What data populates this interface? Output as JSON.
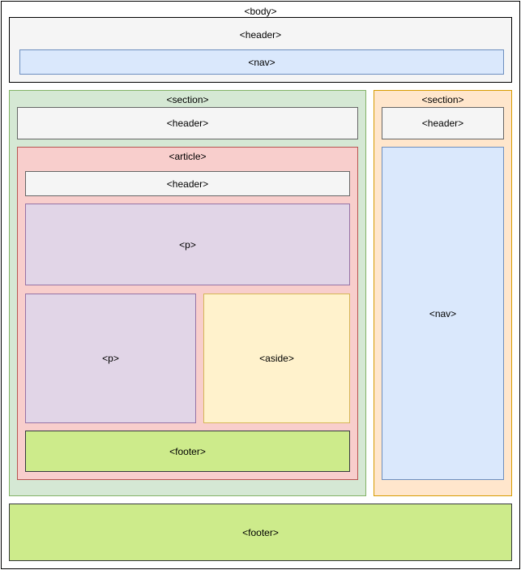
{
  "diagram": {
    "body": "<body>",
    "body_header": "<header>",
    "body_nav": "<nav>",
    "section_main": "<section>",
    "section_main_header": "<header>",
    "article": "<article>",
    "article_header": "<header>",
    "article_p_top": "<p>",
    "article_p_left": "<p>",
    "article_aside": "<aside>",
    "article_footer": "<footer>",
    "section_side": "<section>",
    "section_side_header": "<header>",
    "section_side_nav": "<nav>",
    "body_footer": "<footer>"
  },
  "colors": {
    "gray_fill": "#f5f5f5",
    "blue_fill": "#dae8fc",
    "green_fill": "#d5e8d4",
    "orange_fill": "#ffe6cc",
    "red_fill": "#f8cecc",
    "purple_fill": "#e1d5e7",
    "yellow_fill": "#fff2cc",
    "lime_fill": "#cdeb8b"
  }
}
